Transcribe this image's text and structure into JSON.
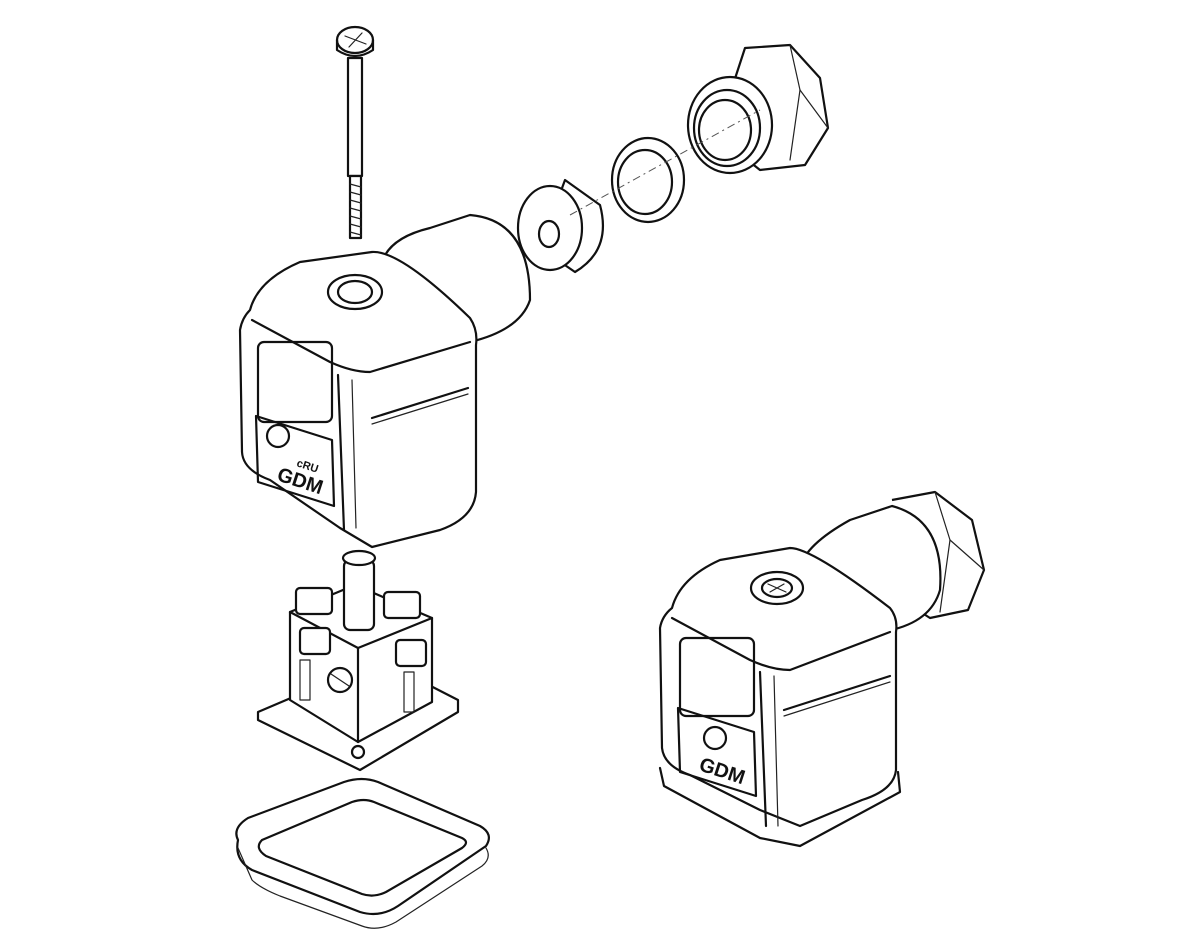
{
  "connector_exploded": {
    "brand_text": "GDM",
    "cert_mark_text": "cRU"
  },
  "connector_assembled": {
    "brand_text": "GDM"
  }
}
